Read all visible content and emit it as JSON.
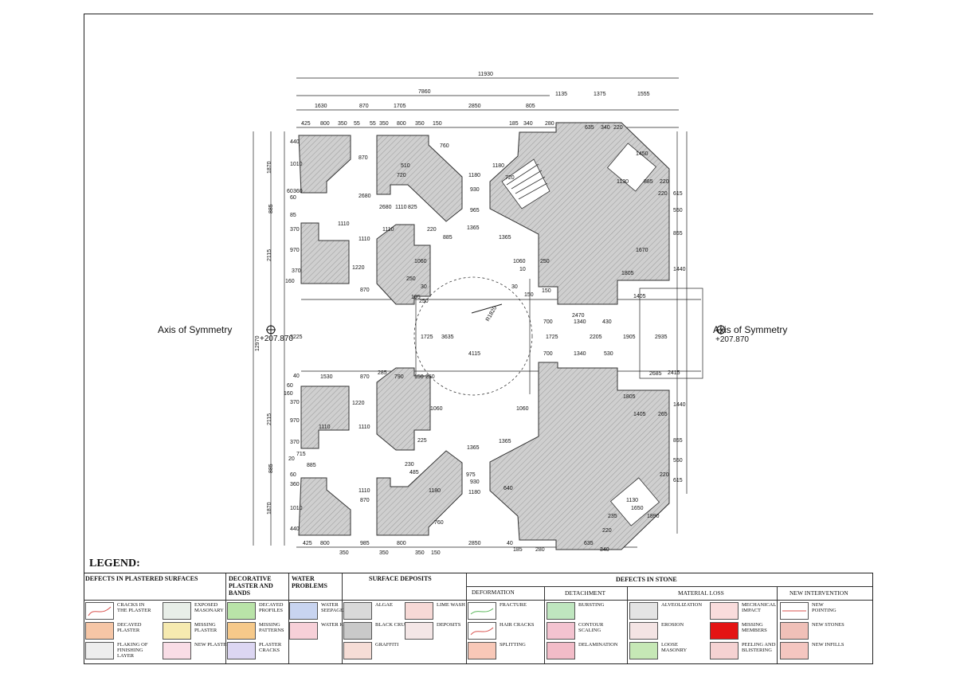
{
  "axis_left": {
    "label": "Axis of Symmetry",
    "elevation": "+207.870"
  },
  "axis_right": {
    "label": "Axis of Symmetry",
    "elevation": "+207.870"
  },
  "dimensions": {
    "top_overall": "11930",
    "top_left": "7860",
    "top_row": [
      "1630",
      "870",
      "1705",
      "2850",
      "805",
      "1135",
      "1375",
      "1555"
    ],
    "top_detail": [
      "425",
      "800",
      "350",
      "55",
      "55",
      "350",
      "800",
      "350",
      "150",
      "185",
      "340",
      "280",
      "635",
      "340",
      "220"
    ],
    "left_overall": "12970",
    "left_row": [
      "1870",
      "885",
      "2115",
      "2115",
      "885",
      "1870"
    ],
    "left_detail": [
      "440",
      "1010",
      "60",
      "360",
      "85",
      "370",
      "970",
      "160",
      "370",
      "3225",
      "40",
      "60",
      "160",
      "370",
      "970",
      "370",
      "20",
      "715",
      "885",
      "60",
      "360",
      "1010",
      "440"
    ],
    "right_detail": [
      "220",
      "615",
      "550",
      "855",
      "1440",
      "1805",
      "1405",
      "2935",
      "1905",
      "2685",
      "1805",
      "1440",
      "1405",
      "265",
      "855",
      "550",
      "615",
      "220",
      "1890"
    ],
    "bottom_detail": [
      "425",
      "800",
      "350",
      "985",
      "350",
      "800",
      "350",
      "150",
      "2850",
      "40",
      "185",
      "280",
      "635",
      "340",
      "235",
      "220",
      "1650"
    ],
    "interior": [
      "870",
      "2680",
      "2680",
      "1110",
      "1110",
      "1110",
      "1110",
      "1220",
      "870",
      "1530",
      "870",
      "285",
      "790",
      "150",
      "250",
      "1220",
      "1110",
      "1110",
      "870",
      "1110",
      "230",
      "485",
      "1365",
      "1365",
      "1365",
      "1365",
      "965",
      "930",
      "930",
      "1180",
      "1180",
      "1180",
      "1180",
      "760",
      "760",
      "825",
      "885",
      "220",
      "2470",
      "1340",
      "430",
      "700",
      "1340",
      "530",
      "700",
      "4115",
      "1725",
      "3635",
      "1725",
      "2205",
      "1060",
      "1060",
      "1060",
      "1060",
      "250",
      "250",
      "150",
      "150",
      "30",
      "30",
      "10",
      "R1820",
      "1670",
      "1130",
      "1130",
      "1450",
      "975",
      "2415",
      "60",
      "250",
      "105",
      "225",
      "220",
      "720",
      "640",
      "510",
      "720",
      "885"
    ]
  },
  "legend": {
    "title": "LEGEND:",
    "groups": [
      {
        "title": "DEFECTS IN PLASTERED SURFACES"
      },
      {
        "title": "DECORATIVE PLASTER AND BANDS"
      },
      {
        "title": "WATER PROBLEMS"
      },
      {
        "title": "SURFACE DEPOSITS"
      },
      {
        "title": "DEFECTS IN STONE"
      },
      {
        "title": "NEW INTERVENTION"
      }
    ],
    "subgroups": [
      "DEFORMATION",
      "DETACHMENT",
      "MATERIAL LOSS"
    ],
    "items": [
      {
        "label": "CRACKS IN THE PLASTER",
        "color": "#ffffff",
        "line": "#d9534f"
      },
      {
        "label": "EXPOSED MASONARY",
        "color": "#e8eee8"
      },
      {
        "label": "DECAYED PROFILES",
        "color": "#b9e3a8"
      },
      {
        "label": "WATER SEEPAGE",
        "color": "#c8d4f0"
      },
      {
        "label": "ALGAE",
        "color": "#d9d9d9"
      },
      {
        "label": "LIME WASH",
        "color": "#f7d9d6"
      },
      {
        "label": "FRACTURE",
        "color": "#ffffff",
        "line": "#5cb85c"
      },
      {
        "label": "BURSTING",
        "color": "#bfe6bf"
      },
      {
        "label": "ALVEOLIZATION",
        "color": "#e4e4e4"
      },
      {
        "label": "MECHANICAL IMPACT",
        "color": "#f9dcdc"
      },
      {
        "label": "NEW POINTING",
        "color": "#ffffff",
        "line": "#d9534f"
      },
      {
        "label": "DECAYED PLASTER",
        "color": "#f6c6a6"
      },
      {
        "label": "MISSING PLASTER",
        "color": "#f6eab0"
      },
      {
        "label": "MISSING PATTERNS",
        "color": "#f6c98a"
      },
      {
        "label": "WATER RISE",
        "color": "#f7d0d8"
      },
      {
        "label": "BLACK CRUST",
        "color": "#c9c9c9"
      },
      {
        "label": "DEPOSITS",
        "color": "#f4e6e6"
      },
      {
        "label": "HAIR CRACKS",
        "color": "#ffffff",
        "line": "#d9534f"
      },
      {
        "label": "CONTOUR SCALING",
        "color": "#f3c3d0"
      },
      {
        "label": "EROSION",
        "color": "#f4e4e4"
      },
      {
        "label": "MISSING MEMBERS",
        "color": "#e41414"
      },
      {
        "label": "NEW STONES",
        "color": "#f0c0b8"
      },
      {
        "label": "FLAKING OF FINISHING LAYER",
        "color": "#eeeeee"
      },
      {
        "label": "NEW PLASTER",
        "color": "#f9dde6"
      },
      {
        "label": "PLASTER CRACKS",
        "color": "#dcd6f2"
      },
      {
        "label": "GRAFFITI",
        "color": "#f6ddd6"
      },
      {
        "label": "SPLITTING",
        "color": "#f8c8b8"
      },
      {
        "label": "DELAMINATION",
        "color": "#f2bcc8"
      },
      {
        "label": "LOOSE MASONRY",
        "color": "#c6e8b6"
      },
      {
        "label": "PEELING AND BLISTERING",
        "color": "#f5d2d2"
      },
      {
        "label": "NEW INFILLS",
        "color": "#f4c6c0"
      }
    ]
  }
}
